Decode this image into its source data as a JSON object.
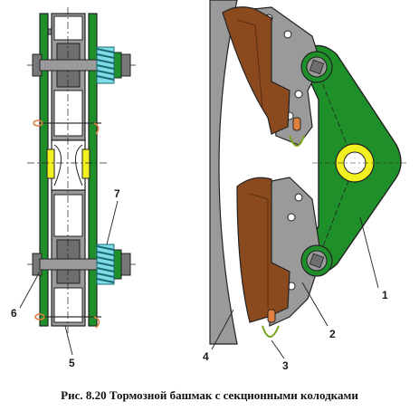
{
  "caption": "Рис. 8.20  Тормозной башмак с секционными колодками",
  "labels": {
    "l1": "1",
    "l2": "2",
    "l3": "3",
    "l4": "4",
    "l5": "5",
    "l6": "6",
    "l7": "7"
  },
  "colors": {
    "bracket": "#1f8f2a",
    "brake_block": "#8a4a1e",
    "spring": "#38c7d8",
    "wheel": "#9a9a9a",
    "bushing": "#f2f020",
    "pin": "#e08040"
  }
}
